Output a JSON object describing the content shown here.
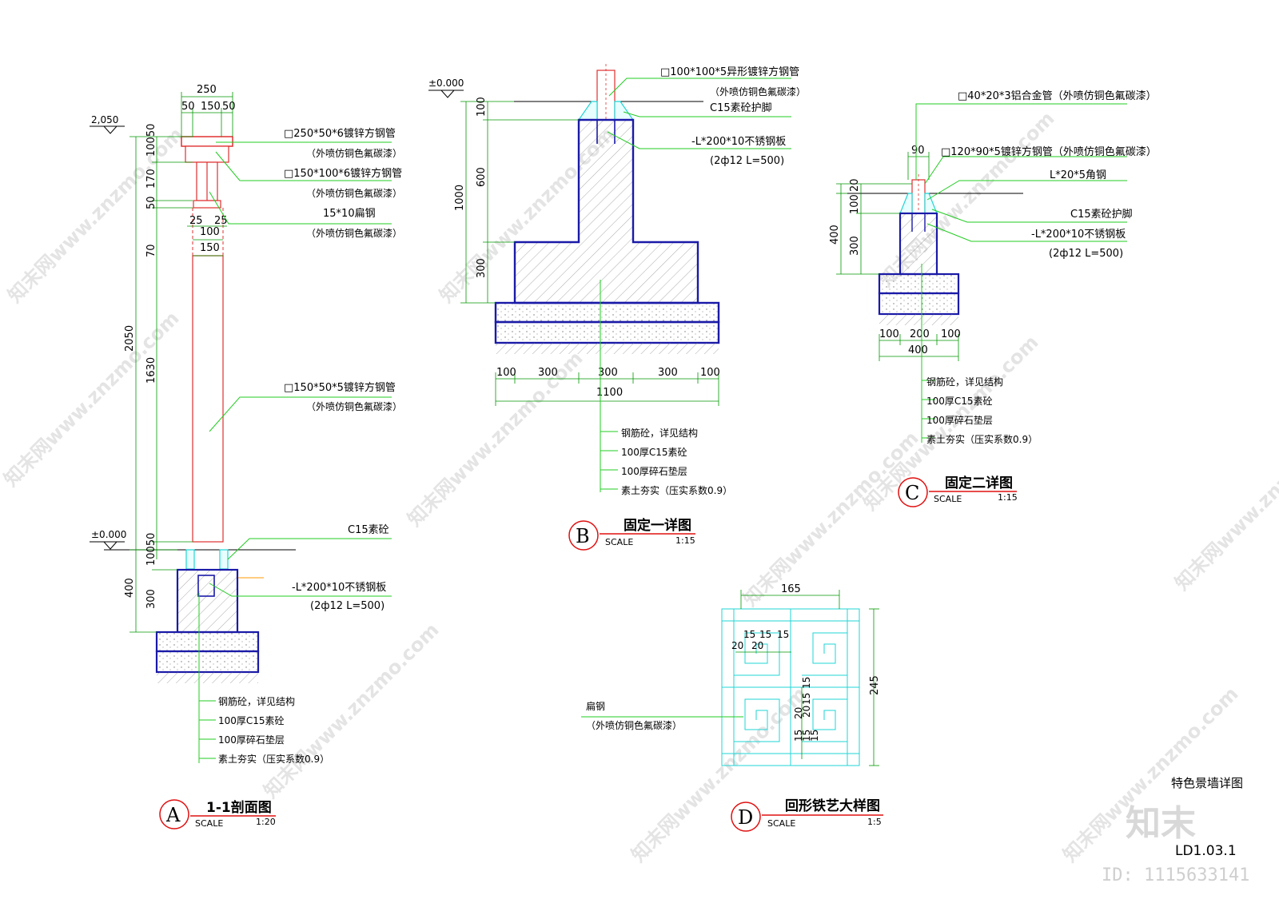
{
  "sheet": {
    "title": "特色景墙详图",
    "number": "LD1.03.1",
    "logo": "知末",
    "id": "ID: 1115633141",
    "watermark": "知末网www.znzmo.com"
  },
  "detail_a": {
    "letter": "A",
    "title": "1-1剖面图",
    "scale_label": "SCALE",
    "scale": "1:20",
    "elev_top": "2,050",
    "elev_zero": "±0.000",
    "dims_top": [
      "250",
      "50",
      "150",
      "50"
    ],
    "dims_mid": [
      "25",
      "25",
      "100",
      "150"
    ],
    "dims_left": [
      "10050",
      "170",
      "50",
      "70",
      "1630",
      "2050",
      "10050",
      "400",
      "300"
    ],
    "callouts": [
      {
        "text": "□250*50*6镀锌方钢管",
        "sub": "（外喷仿铜色氟碳漆）"
      },
      {
        "text": "□150*100*6镀锌方钢管",
        "sub": "（外喷仿铜色氟碳漆）"
      },
      {
        "text": "15*10扁钢",
        "sub": "（外喷仿铜色氟碳漆）"
      },
      {
        "text": "□150*50*5镀锌方钢管",
        "sub": "（外喷仿铜色氟碳漆）"
      },
      {
        "text": "C15素砼",
        "sub": ""
      },
      {
        "text": "-L*200*10不锈钢板",
        "sub": "(2ф12 L=500)"
      }
    ],
    "layers": [
      "钢筋砼，详见结构",
      "100厚C15素砼",
      "100厚碎石垫层",
      "素土夯实（压实系数0.9）"
    ]
  },
  "detail_b": {
    "letter": "B",
    "title": "固定一详图",
    "scale_label": "SCALE",
    "scale": "1:15",
    "elev_zero": "±0.000",
    "dims_left": [
      "100",
      "600",
      "1000",
      "300"
    ],
    "dims_bottom": [
      "100",
      "300",
      "300",
      "300",
      "100"
    ],
    "dim_total": "1100",
    "callouts": [
      {
        "text": "□100*100*5异形镀锌方钢管",
        "sub": "（外喷仿铜色氟碳漆）"
      },
      {
        "text": "C15素砼护脚",
        "sub": ""
      },
      {
        "text": "-L*200*10不锈钢板",
        "sub": "(2ф12 L=500)"
      }
    ],
    "layers": [
      "钢筋砼，详见结构",
      "100厚C15素砼",
      "100厚碎石垫层",
      "素土夯实（压实系数0.9）"
    ]
  },
  "detail_c": {
    "letter": "C",
    "title": "固定二详图",
    "scale_label": "SCALE",
    "scale": "1:15",
    "dims_top": [
      "90"
    ],
    "dims_left": [
      "20",
      "100",
      "400",
      "300"
    ],
    "dims_bottom": [
      "100",
      "200",
      "100"
    ],
    "dim_total": "400",
    "callouts": [
      {
        "text": "□40*20*3铝合金管（外喷仿铜色氟碳漆）",
        "sub": ""
      },
      {
        "text": "□120*90*5镀锌方钢管（外喷仿铜色氟碳漆）",
        "sub": ""
      },
      {
        "text": "L*20*5角钢",
        "sub": ""
      },
      {
        "text": "C15素砼护脚",
        "sub": ""
      },
      {
        "text": "-L*200*10不锈钢板",
        "sub": "(2ф12 L=500)"
      }
    ],
    "layers": [
      "钢筋砼，详见结构",
      "100厚C15素砼",
      "100厚碎石垫层",
      "素土夯实（压实系数0.9）"
    ]
  },
  "detail_d": {
    "letter": "D",
    "title": "回形铁艺大样图",
    "scale_label": "SCALE",
    "scale": "1:5",
    "dim_width": "165",
    "dim_height": "245",
    "callout": {
      "text": "扁钢",
      "sub": "（外喷仿铜色氟碳漆）"
    },
    "inner_dims_top": [
      "15",
      "15",
      "15",
      "20",
      "20"
    ],
    "inner_dims_side": [
      "15",
      "15",
      "20",
      "20",
      "15",
      "15",
      "15"
    ]
  },
  "colors": {
    "concrete": "#1a1aa8",
    "steel": "#e03030",
    "leader": "#22cc22",
    "cyan": "#22d4d4",
    "dim": "#009900",
    "hatch": "#6a6a6a",
    "bubble": "#e01010"
  }
}
